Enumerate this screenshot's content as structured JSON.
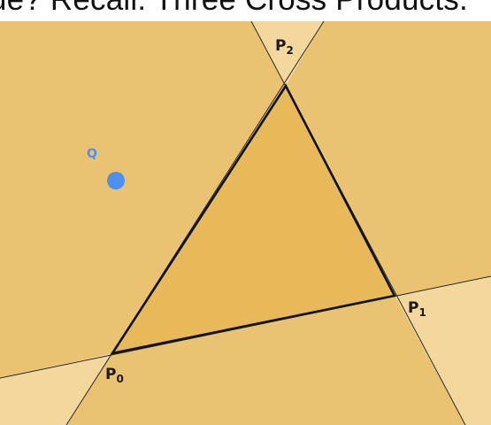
{
  "header": {
    "title_fragment": "ue? Recall: Three Cross Products."
  },
  "diagram": {
    "point_q": {
      "label": "Q"
    },
    "vertices": [
      {
        "label": "P",
        "subscript": "0"
      },
      {
        "label": "P",
        "subscript": "1"
      },
      {
        "label": "P",
        "subscript": "2"
      }
    ]
  },
  "colors": {
    "background_region": "#e9c272",
    "triangle_fill": "#e7b959",
    "outer_corner_region": "#f3d79d",
    "edge_line": "#111111",
    "extension_line": "#2a2a2a",
    "point_q": "#4f8ff0"
  }
}
